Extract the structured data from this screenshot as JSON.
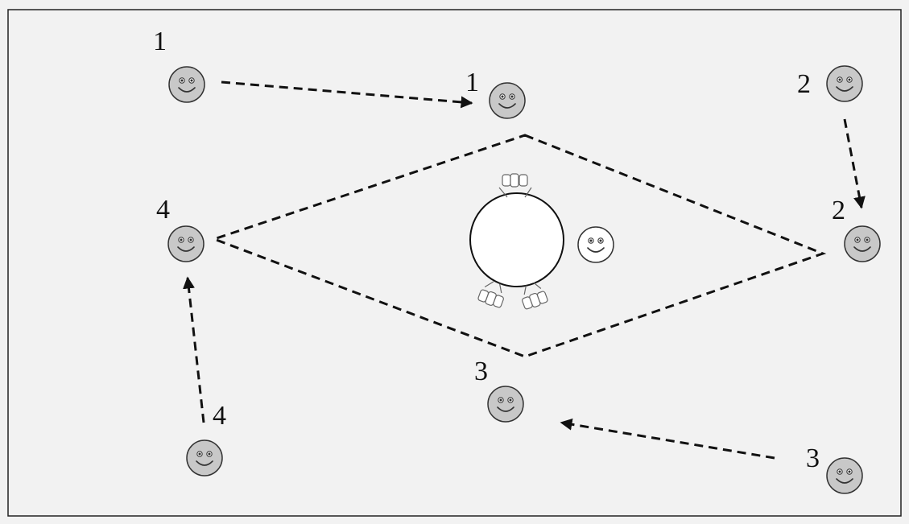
{
  "diagram": {
    "labels": {
      "start_1": "1",
      "target_1": "1",
      "start_2": "2",
      "target_2": "2",
      "start_3": "3",
      "target_3": "3",
      "start_4": "4",
      "target_4": "4"
    },
    "colors": {
      "background": "#f2f2f2",
      "line": "#111111",
      "person_fill": "#c8c8c8",
      "center_person_fill": "#ffffff"
    },
    "icons": [
      "person-face-icon",
      "round-table-icon",
      "chair-icon",
      "arrowhead-icon"
    ]
  }
}
